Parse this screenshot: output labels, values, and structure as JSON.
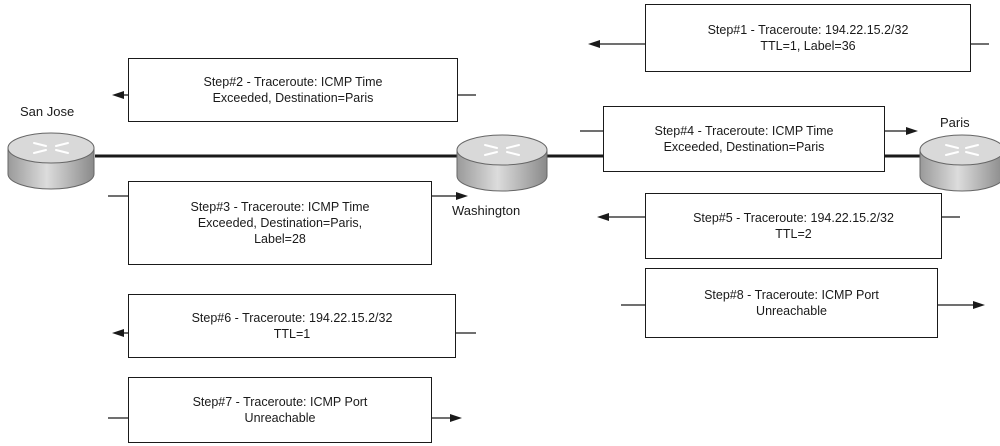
{
  "routers": {
    "san_jose": "San Jose",
    "washington": "Washington",
    "paris": "Paris"
  },
  "steps": {
    "s1": {
      "lines": [
        "Step#1 - Traceroute: 194.22.15.2/32",
        "TTL=1, Label=36"
      ],
      "direction": "left"
    },
    "s2": {
      "lines": [
        "Step#2 - Traceroute: ICMP Time",
        "Exceeded, Destination=Paris"
      ],
      "direction": "left"
    },
    "s3": {
      "lines": [
        "Step#3 - Traceroute: ICMP Time",
        "Exceeded, Destination=Paris,",
        "Label=28"
      ],
      "direction": "right"
    },
    "s4": {
      "lines": [
        "Step#4 - Traceroute: ICMP Time",
        "Exceeded, Destination=Paris"
      ],
      "direction": "right"
    },
    "s5": {
      "lines": [
        "Step#5 - Traceroute: 194.22.15.2/32",
        "TTL=2"
      ],
      "direction": "left"
    },
    "s6": {
      "lines": [
        "Step#6 - Traceroute: 194.22.15.2/32",
        "TTL=1"
      ],
      "direction": "left"
    },
    "s7": {
      "lines": [
        "Step#7 - Traceroute: ICMP Port",
        "Unreachable"
      ],
      "direction": "right"
    },
    "s8": {
      "lines": [
        "Step#8 - Traceroute: ICMP Port",
        "Unreachable"
      ],
      "direction": "right"
    }
  },
  "colors": {
    "router_body": "#b9b9b9",
    "router_top": "#d6d6d6",
    "line": "#1a1a1a"
  }
}
